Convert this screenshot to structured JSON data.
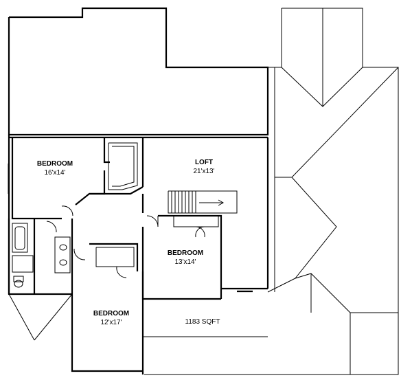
{
  "rooms": [
    {
      "name": "BEDROOM",
      "size": "16'x14'"
    },
    {
      "name": "LOFT",
      "size": "21'x13'"
    },
    {
      "name": "BEDROOM",
      "size": "13'x14'"
    },
    {
      "name": "BEDROOM",
      "size": "12'x17'"
    }
  ],
  "area": "1183 SQFT"
}
